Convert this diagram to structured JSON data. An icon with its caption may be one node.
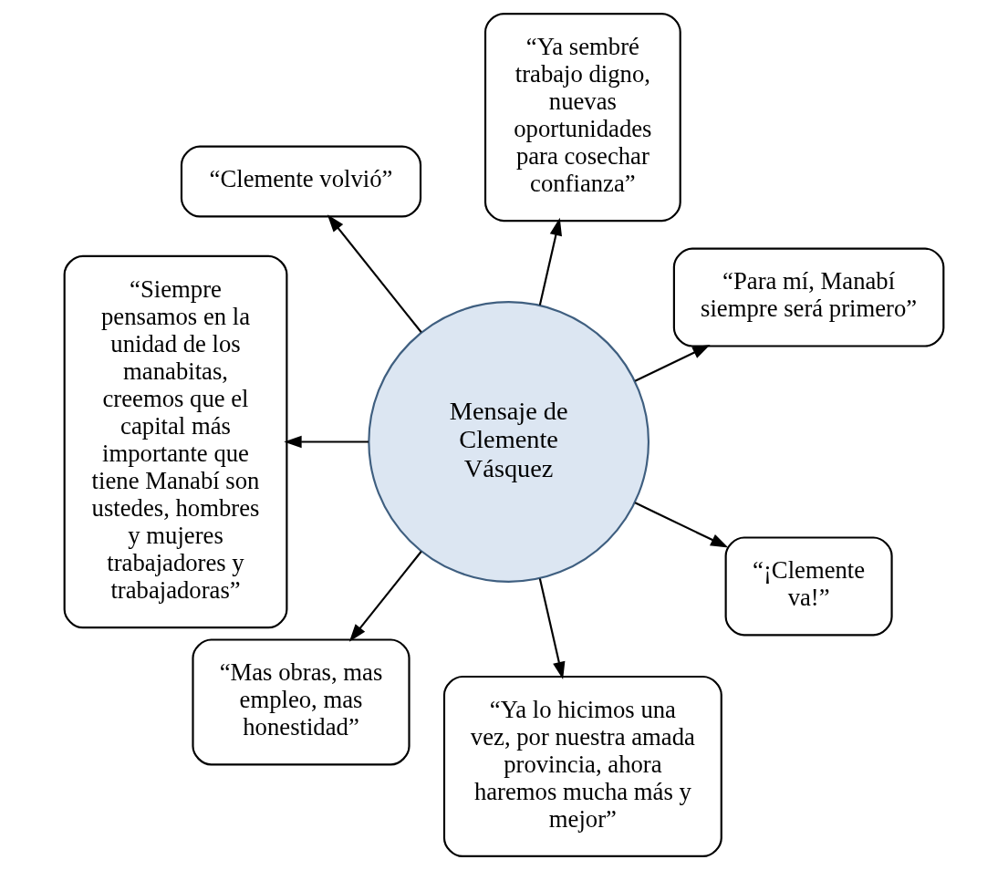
{
  "diagram": {
    "nodes": [
      {
        "text": [
          "“Para mí, Manabí siempre será primero”"
        ]
      },
      {
        "text": [
          "“Ya sembré trabajo digno, nuevas oportunidades para cosechar confianza”"
        ]
      },
      {
        "text": [
          "“Clemente volvió”"
        ]
      },
      {
        "text": [
          "“Siempre pensamos en la unidad de los manabitas, creemos que el capital más importante que tiene Manabí son ustedes, hombres y mujeres trabajadores y trabajadoras”"
        ]
      },
      {
        "text": [
          "Mensaje de Clemente Vásquez"
        ]
      },
      {
        "text": [
          "“Mas obras, mas empleo, mas honestidad”"
        ]
      },
      {
        "text": [
          "“Ya lo hicimos una vez, por nuestra amada provincia, ahora haremos mucha más y mejor”"
        ]
      },
      {
        "text": [
          "“¡Clemente va!”"
        ]
      }
    ],
    "edges": [
      {
        "from": 4,
        "to": 0,
        "arrow": "to"
      },
      {
        "from": 4,
        "to": 2,
        "arrow": "to"
      },
      {
        "from": 4,
        "to": 5,
        "arrow": "to"
      },
      {
        "from": 4,
        "to": 6,
        "arrow": "to"
      },
      {
        "from": 4,
        "to": 7,
        "arrow": "to"
      },
      {
        "from": 4,
        "to": 3,
        "arrow": "to"
      },
      {
        "from": 4,
        "to": 1,
        "arrow": "to"
      }
    ]
  }
}
